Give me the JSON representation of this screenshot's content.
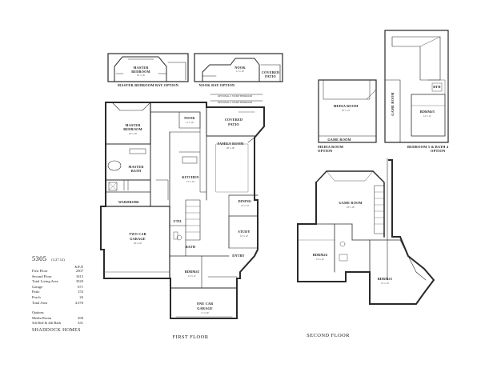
{
  "plan": {
    "number": "5305",
    "version": "(3.27.12)",
    "sqft_header": "S.F.T",
    "areas": [
      {
        "label": "First Floor",
        "value": "2507"
      },
      {
        "label": "Second Floor",
        "value": "1013"
      },
      {
        "label": "Total Living Area",
        "value": "3520"
      },
      {
        "label": "Garage",
        "value": "671"
      },
      {
        "label": "Patio",
        "value": "153"
      },
      {
        "label": "Porch",
        "value": "26"
      },
      {
        "label": "Total Area",
        "value": "4,370"
      }
    ],
    "options_label": "Options",
    "options": [
      {
        "label": "Media Room",
        "value": "290"
      },
      {
        "label": "5th Bed & 4th Bath",
        "value": "331"
      }
    ],
    "builder": "SHADDOCK HOMES"
  },
  "captions": {
    "first_floor": "FIRST FLOOR",
    "second_floor": "SECOND FLOOR",
    "master_bay": "MASTER BEDROOM BAY OPTION",
    "nook_bay": "NOOK BAY OPTION",
    "media_option_1": "MEDIA ROOM",
    "media_option_2": "OPTION",
    "bed_bath_option_1": "BEDROOM 5 & BATH 4",
    "bed_bath_option_2": "OPTION"
  },
  "rooms": {
    "master_bedroom": {
      "label_1": "MASTER",
      "label_2": "BEDROOM",
      "dim": "16' x 16'"
    },
    "master_bath": {
      "label_1": "MASTER",
      "label_2": "BATH"
    },
    "wardrobe": "WARDROBE",
    "nook": {
      "label": "NOOK",
      "dim": "11' x 10'"
    },
    "covered_patio": {
      "label_1": "COVERED",
      "label_2": "PATIO"
    },
    "family_room": {
      "label": "FAMILY ROOM",
      "dim": "20' x 18'"
    },
    "kitchen": {
      "label": "KITCHEN",
      "dim": "15' x 14'"
    },
    "dining": {
      "label": "DINING",
      "dim": "12' x 14'"
    },
    "study": {
      "label": "STUDY",
      "dim": "12' x 12'"
    },
    "entry": "ENTRY",
    "two_car_garage": {
      "label_1": "TWO CAR",
      "label_2": "GARAGE",
      "dim": "20' x 20'"
    },
    "bedroom_2": {
      "label": "BDRM#2",
      "dim": "12' x 11'"
    },
    "one_car_garage": {
      "label_1": "ONE CAR",
      "label_2": "GARAGE",
      "dim": "11' x 20'"
    },
    "bath": "BATH",
    "util": "UTIL",
    "game_room": {
      "label": "GAME ROOM",
      "dim": "18' x 16'"
    },
    "bedroom_4": {
      "label": "BDRM#4",
      "dim": "12' x 12'"
    },
    "bedroom_3": {
      "label": "BDRM#3",
      "dim": "12' x 12'"
    },
    "media_room": {
      "label": "MEDIA ROOM",
      "dim": "16' x 13'"
    },
    "game_room_small": "GAME ROOM",
    "bedroom_5": {
      "label": "BDRM#5",
      "dim": "12' x 11'"
    },
    "master_bedroom_bay": {
      "label_1": "MASTER",
      "label_2": "BEDROOM",
      "dim": "16' x 16'"
    },
    "nook_bay": {
      "label": "NOOK",
      "dim": "11' x 10'"
    },
    "covered_patio_bay": {
      "label_1": "COVERED",
      "label_2": "PATIO"
    },
    "game_room_vertical": "GAME ROOM",
    "bath_small": "BTH"
  },
  "notes": {
    "note_1": "OPTIONAL 2 STORY BEDROOM",
    "note_2": "OPTIONAL 2 STORY BEDROOM"
  }
}
